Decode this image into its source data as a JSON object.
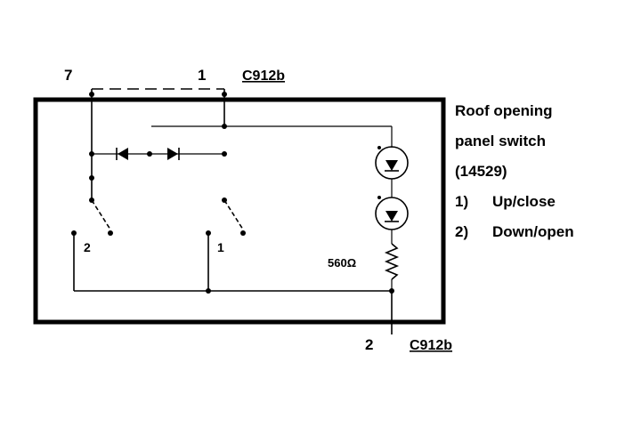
{
  "pins": {
    "pin_7": "7",
    "pin_1": "1",
    "pin_2": "2"
  },
  "connectors": {
    "top": "C912b",
    "bottom": "C912b"
  },
  "switch_labels": {
    "left": "2",
    "right": "1"
  },
  "resistor": "560Ω",
  "caption": {
    "line1": "Roof opening",
    "line2": "panel switch",
    "line3": "(14529)",
    "item1_num": "1)",
    "item1_text": "Up/close",
    "item2_num": "2)",
    "item2_text": "Down/open"
  }
}
